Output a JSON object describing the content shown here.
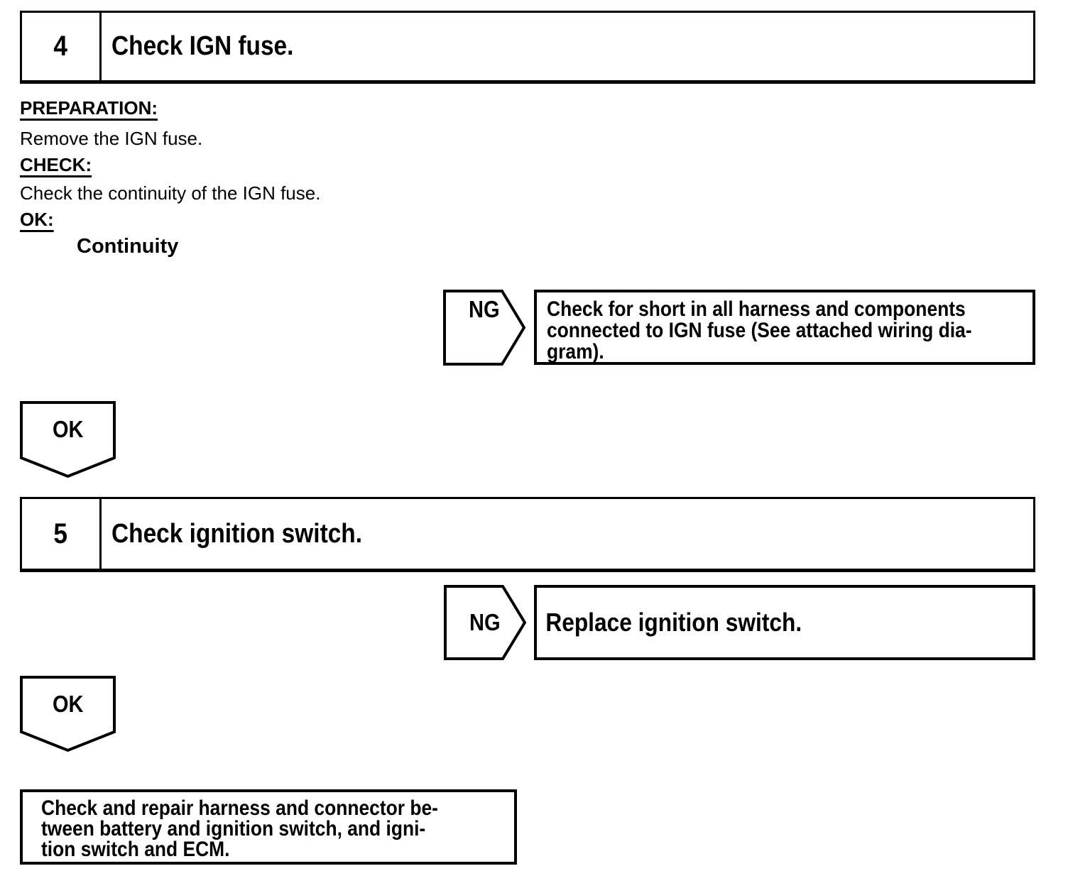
{
  "page": {
    "paper_color": "#ffffff",
    "ink_color": "#000000"
  },
  "steps": [
    {
      "number": "4",
      "title": "Check IGN fuse."
    },
    {
      "number": "5",
      "title": "Check ignition switch."
    }
  ],
  "procedure": {
    "preparation_label": "PREPARATION:",
    "preparation_text": "Remove the IGN fuse.",
    "check_label": "CHECK:",
    "check_text": "Check the continuity of the IGN fuse.",
    "ok_label": "OK:",
    "ok_value": "Continuity"
  },
  "branches": {
    "ng1": {
      "label": "NG",
      "lines": [
        "Check for short in all harness and components",
        "connected to IGN fuse (See attached wiring dia-",
        "gram)."
      ]
    },
    "ok1": {
      "label": "OK"
    },
    "ng2": {
      "label": "NG",
      "lines": [
        "Replace ignition switch."
      ]
    },
    "ok2": {
      "label": "OK"
    },
    "result": {
      "lines": [
        "Check and repair harness and connector be-",
        "tween battery and ignition switch, and igni-",
        "tion switch and ECM."
      ]
    }
  }
}
